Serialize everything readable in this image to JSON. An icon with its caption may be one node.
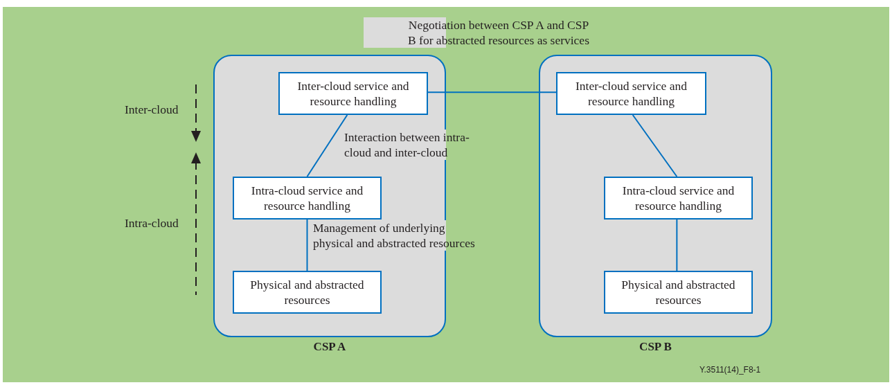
{
  "diagram": {
    "nodes": [
      {
        "text": [
          "CSP A"
        ]
      },
      {
        "text": [
          "Inter-cloud service and resource handling"
        ],
        "in": 0
      },
      {
        "text": [
          "Intra-cloud service and resource handling"
        ],
        "in": 0
      },
      {
        "text": [
          "Physical and abstracted resources"
        ],
        "in": 0
      },
      {
        "text": [
          "CSP B"
        ]
      },
      {
        "text": [
          "Inter-cloud service and resource handling"
        ],
        "in": 4
      },
      {
        "text": [
          "Intra-cloud service and resource handling"
        ],
        "in": 4
      },
      {
        "text": [
          "Physical and abstracted resources"
        ],
        "in": 4
      }
    ],
    "edges": [
      {
        "from": 1,
        "to": 5,
        "arrow": "none",
        "label": "Negotiation between CSP A and CSP B for abstracted resources as services"
      },
      {
        "from": 1,
        "to": 2,
        "arrow": "none",
        "label": "Interaction between intra-cloud and inter-cloud"
      },
      {
        "from": 2,
        "to": 3,
        "arrow": "none",
        "label": "Management of underlying physical and abstracted resources"
      },
      {
        "from": 5,
        "to": 6,
        "arrow": "none"
      },
      {
        "from": 6,
        "to": 7,
        "arrow": "none"
      }
    ],
    "labels": [
      "Inter-cloud",
      "Intra-cloud",
      "Y.3511(14)_F8-1"
    ]
  }
}
